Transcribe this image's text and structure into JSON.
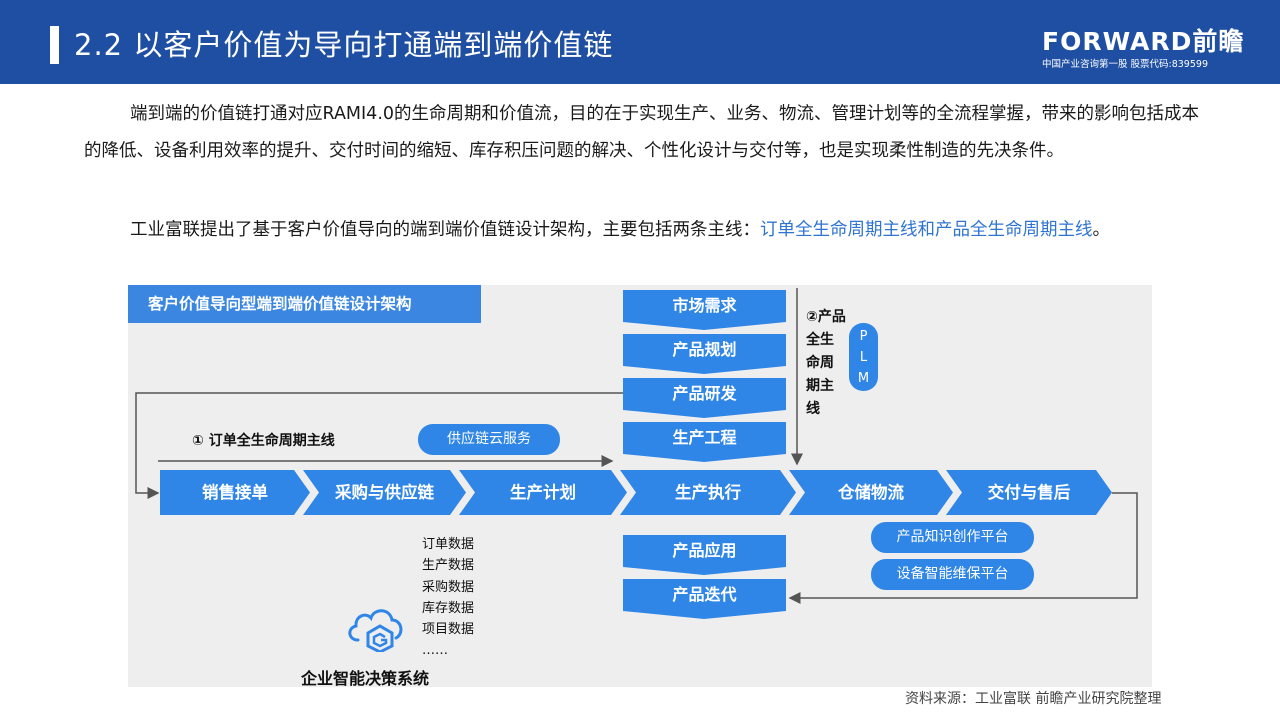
{
  "header": {
    "title": "2.2 以客户价值为导向打通端到端价值链",
    "logo_main": "FORWARD前瞻",
    "logo_sub": "中国产业咨询第一股 股票代码:839599"
  },
  "paragraphs": {
    "p1": "端到端的价值链打通对应RAMI4.0的生命周期和价值流，目的在于实现生产、业务、物流、管理计划等的全流程掌握，带来的影响包括成本的降低、设备利用效率的提升、交付时间的缩短、库存积压问题的解决、个性化设计与交付等，也是实现柔性制造的先决条件。",
    "p2_start": "工业富联提出了基于客户价值导向的端到端价值链设计架构，主要包括两条主线：",
    "p2_highlight": "订单全生命周期主线和产品全生命周期主线",
    "p2_end": "。"
  },
  "diagram": {
    "title": "客户价值导向型端到端价值链设计架构",
    "vertical_steps": [
      "市场需求",
      "产品规划",
      "产品研发",
      "生产工程",
      "产品应用",
      "产品迭代"
    ],
    "chevrons": [
      "销售接单",
      "采购与供应链",
      "生产计划",
      "生产执行",
      "仓储物流",
      "交付与售后"
    ],
    "line1_label": "① 订单全生命周期主线",
    "line2_label": "②产品全生命周期主线",
    "plm": "PLM",
    "pills": {
      "supply_chain_cloud": "供应链云服务",
      "knowledge_platform": "产品知识创作平台",
      "maintenance_platform": "设备智能维保平台"
    },
    "data_items": [
      "订单数据",
      "生产数据",
      "采购数据",
      "库存数据",
      "项目数据",
      "……"
    ],
    "system_label": "企业智能决策系统",
    "accent_color": "#2f86e6"
  },
  "source": "资料来源：工业富联 前瞻产业研究院整理"
}
